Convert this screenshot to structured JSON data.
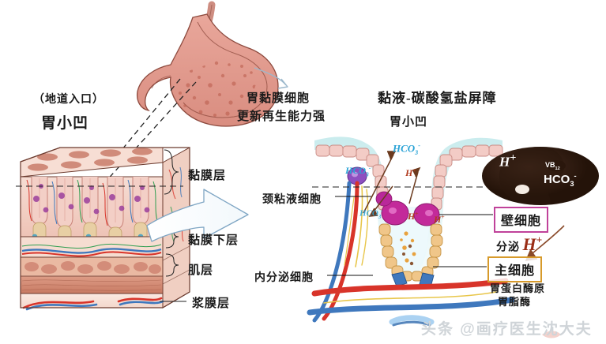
{
  "figure": {
    "topic": "gastric mucosa / mucus-bicarbonate barrier illustration",
    "watermark": "头条 @画疗医生沈大夫"
  },
  "left_panel": {
    "tunnel_note": "（地道入口）",
    "pit_label": "胃小凹",
    "layers": [
      "黏膜层",
      "黏膜下层",
      "肌层",
      "浆膜层"
    ]
  },
  "center_note": {
    "line1": "胃黏膜细胞",
    "line2": "更新再生能力强"
  },
  "right_panel": {
    "title": "黏液-碳酸氢盐屏障",
    "pit_label": "胃小凹",
    "neck_cell": "颈粘液细胞",
    "endocrine_cell": "内分泌细胞",
    "parietal_cell": "壁细胞",
    "parietal_secretes": "分泌",
    "parietal_ion": "H",
    "parietal_ion_charge": "+",
    "chief_cell": "主细胞",
    "chief_products": [
      "胃蛋白酶原",
      "胃脂酶"
    ],
    "ions": {
      "bicarbonate_top": "HCO",
      "bicarbonate_sub": "3",
      "bicarbonate_sup": "-",
      "proton": "H",
      "proton_sup": "+"
    }
  },
  "oval": {
    "proton": "H",
    "proton_sup": "+",
    "vitamin": "VB",
    "vitamin_sub": "12",
    "bicarbonate": "HCO",
    "bicarbonate_sub": "3",
    "bicarbonate_sup": "-"
  },
  "colors": {
    "parietal_box": "#c0429a",
    "chief_box": "#d79a2b",
    "proton_red": "#9a2d16",
    "bicarbonate_blue": "#2aa3d6",
    "mucosa_pink": "#e8b0ab",
    "muscle_salmon": "#cf8572",
    "artery_red": "#d8342a",
    "vein_blue": "#2f72b8",
    "watermark_gray": "#cfd4d8"
  }
}
